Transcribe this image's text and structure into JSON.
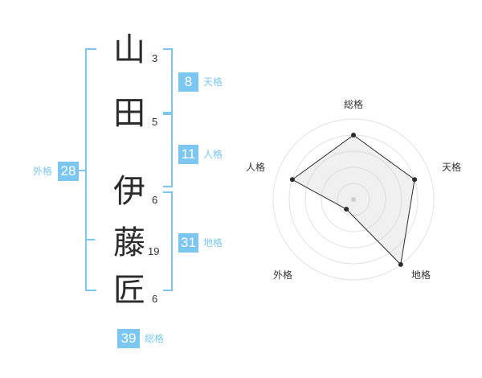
{
  "name": {
    "chars": [
      {
        "char": "山",
        "strokes": "3"
      },
      {
        "char": "田",
        "strokes": "5"
      },
      {
        "char": "伊",
        "strokes": "6"
      },
      {
        "char": "藤",
        "strokes": "19"
      },
      {
        "char": "匠",
        "strokes": "6"
      }
    ]
  },
  "kakusu": {
    "tenkaku": {
      "value": "8",
      "label": "天格"
    },
    "jinkaku": {
      "value": "11",
      "label": "人格"
    },
    "chikaku": {
      "value": "31",
      "label": "地格"
    },
    "gaikaku": {
      "value": "28",
      "label": "外格"
    },
    "soukaku": {
      "value": "39",
      "label": "総格"
    }
  },
  "accent_color": "#7cc7f2",
  "chart_data": {
    "type": "radar",
    "axes": [
      "総格",
      "天格",
      "地格",
      "外格",
      "人格"
    ],
    "values": [
      4,
      4,
      5,
      0.75,
      4
    ],
    "max": 5,
    "rings": 5
  }
}
